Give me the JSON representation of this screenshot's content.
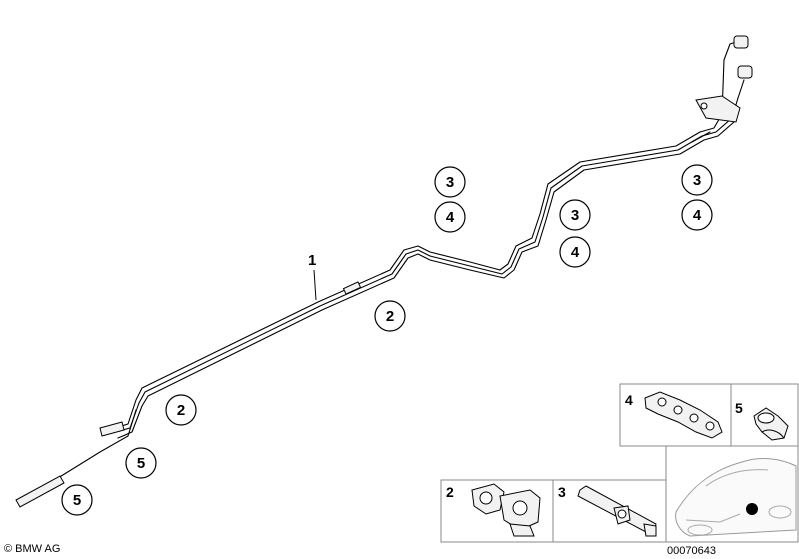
{
  "main_part_label": "1",
  "callouts": [
    {
      "id": "c1",
      "label": "3"
    },
    {
      "id": "c2",
      "label": "4"
    },
    {
      "id": "c3",
      "label": "3"
    },
    {
      "id": "c4",
      "label": "4"
    },
    {
      "id": "c5",
      "label": "3"
    },
    {
      "id": "c6",
      "label": "4"
    },
    {
      "id": "c7",
      "label": "2"
    },
    {
      "id": "c8",
      "label": "2"
    },
    {
      "id": "c9",
      "label": "5"
    },
    {
      "id": "c10",
      "label": "5"
    }
  ],
  "insets": [
    {
      "id": "clip-4",
      "label": "4"
    },
    {
      "id": "clip-5",
      "label": "5"
    },
    {
      "id": "holder-2",
      "label": "2"
    },
    {
      "id": "bracket-3",
      "label": "3"
    }
  ],
  "footer": {
    "copyright": "© BMW AG",
    "diagram_number": "00070643"
  }
}
